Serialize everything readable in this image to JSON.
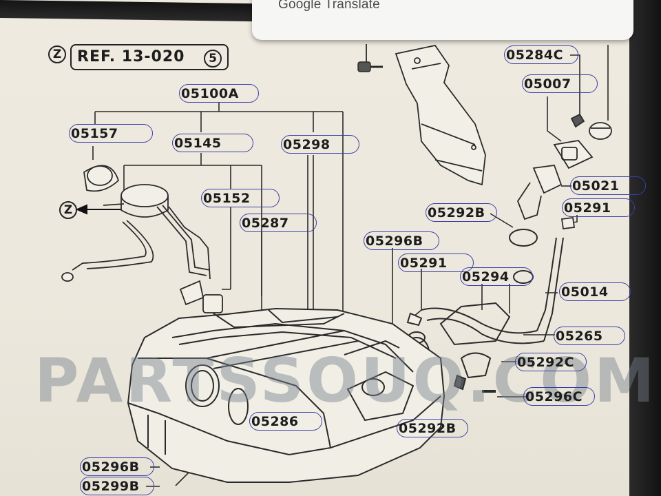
{
  "popup": {
    "title": "Google Translate"
  },
  "reference": {
    "circle_left": "Z",
    "text": "REF. 13-020",
    "circle_right": "5"
  },
  "side_marker": "Z",
  "watermark": "PARTSSOUQ.COM",
  "parts": [
    {
      "id": "p05100A",
      "code": "05100A"
    },
    {
      "id": "p05157",
      "code": "05157"
    },
    {
      "id": "p05145",
      "code": "05145"
    },
    {
      "id": "p05298",
      "code": "05298"
    },
    {
      "id": "p05152",
      "code": "05152"
    },
    {
      "id": "p05287",
      "code": "05287"
    },
    {
      "id": "p05284C",
      "code": "05284C"
    },
    {
      "id": "p05007",
      "code": "05007"
    },
    {
      "id": "p05021",
      "code": "05021"
    },
    {
      "id": "p05291a",
      "code": "05291"
    },
    {
      "id": "p05292Ba",
      "code": "05292B"
    },
    {
      "id": "p05296Ba",
      "code": "05296B"
    },
    {
      "id": "p05291b",
      "code": "05291"
    },
    {
      "id": "p05294",
      "code": "05294"
    },
    {
      "id": "p05014",
      "code": "05014"
    },
    {
      "id": "p05265",
      "code": "05265"
    },
    {
      "id": "p05292C",
      "code": "05292C"
    },
    {
      "id": "p05296C",
      "code": "05296C"
    },
    {
      "id": "p05286",
      "code": "05286"
    },
    {
      "id": "p05292Bb",
      "code": "05292B"
    },
    {
      "id": "p05296Bb",
      "code": "05296B"
    },
    {
      "id": "p05299B",
      "code": "05299B"
    }
  ]
}
